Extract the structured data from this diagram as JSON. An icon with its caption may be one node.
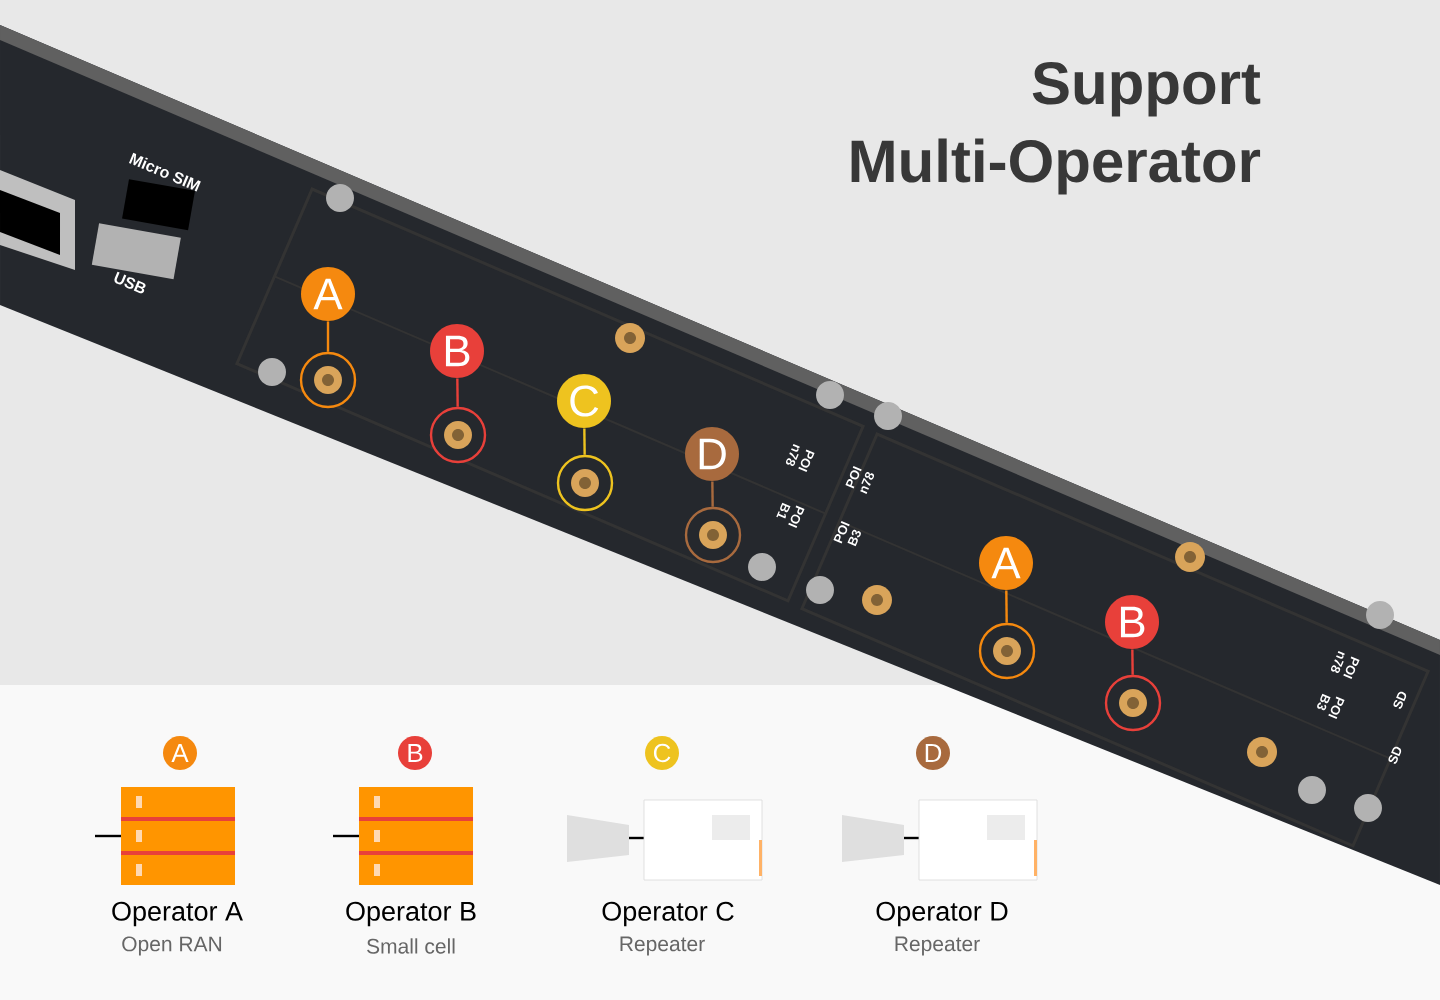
{
  "diagram": {
    "title": "Support Multi-Operator",
    "nodes": [
      {
        "text": [
          "A"
        ]
      },
      {
        "text": [
          "B"
        ]
      },
      {
        "text": [
          "C"
        ]
      },
      {
        "text": [
          "D"
        ]
      },
      {
        "text": [
          "A"
        ]
      },
      {
        "text": [
          "B"
        ]
      },
      {
        "text": [],
        "shape": "circle"
      },
      {
        "text": [],
        "shape": "circle"
      },
      {
        "text": [],
        "shape": "circle"
      },
      {
        "text": [],
        "shape": "circle"
      },
      {
        "text": [],
        "shape": "circle"
      },
      {
        "text": [],
        "shape": "circle"
      },
      {
        "text": [
          "A"
        ]
      },
      {
        "text": [
          "B"
        ]
      },
      {
        "text": [
          "C"
        ]
      },
      {
        "text": [
          "D"
        ]
      }
    ],
    "edges": [
      {
        "from": 0,
        "to": 6,
        "arrow": "none",
        "color": "#f5890f"
      },
      {
        "from": 1,
        "to": 7,
        "arrow": "none",
        "color": "#e8403a"
      },
      {
        "from": 2,
        "to": 8,
        "arrow": "none",
        "color": "#eec31f"
      },
      {
        "from": 3,
        "to": 9,
        "arrow": "none",
        "color": "#a86a3e"
      },
      {
        "from": 4,
        "to": 10,
        "arrow": "none",
        "color": "#f5890f"
      },
      {
        "from": 5,
        "to": 11,
        "arrow": "none",
        "color": "#e8403a"
      }
    ],
    "labels": [
      "Micro SIM",
      "USB",
      "POI n78",
      "POI B1",
      "POI n78",
      "POI B3",
      "POI n78",
      "POI B3",
      "SD",
      "SD",
      "Operator A",
      "Open RAN",
      "Operator B",
      "Small cell",
      "Operator C",
      "Repeater",
      "Operator D",
      "Repeater"
    ]
  }
}
